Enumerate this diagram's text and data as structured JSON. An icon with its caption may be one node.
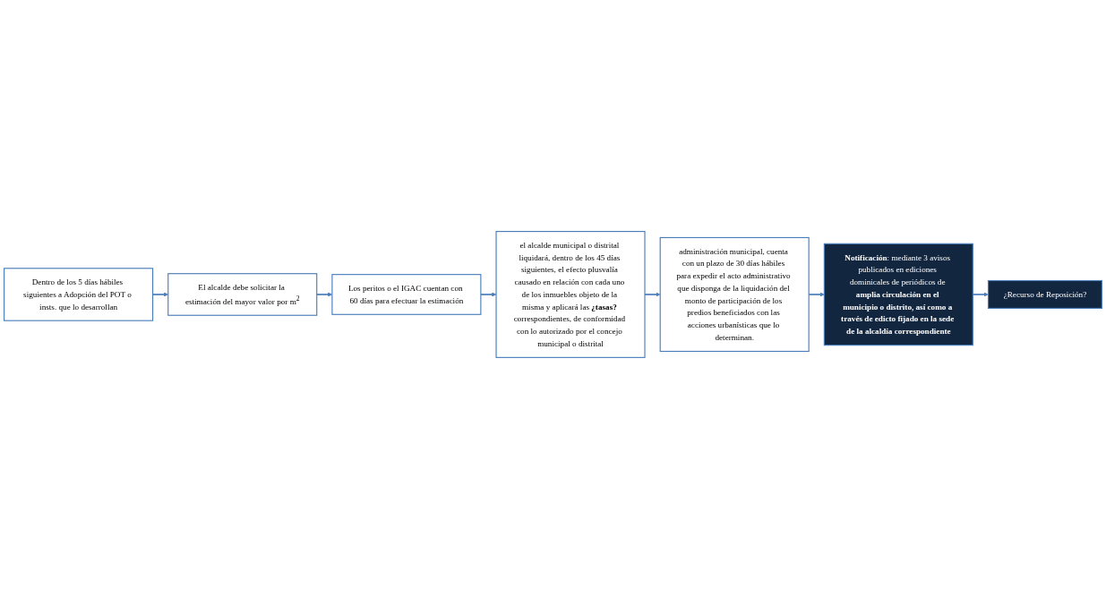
{
  "diagram": {
    "nodes": [
      {
        "text": [
          "Dentro de los 5 días hábiles siguientes a Adopción del POT o insts. que lo desarrollan"
        ]
      },
      {
        "text": [
          "El alcalde debe solicitar la estimación del mayor valor por m$^{2}$"
        ]
      },
      {
        "text": [
          "Los peritos o el IGAC cuentan con 60 días para efectuar la estimación"
        ]
      },
      {
        "text": [
          "el alcalde municipal o distrital liquidará, dentro de los 45 días siguientes, el efecto plusvalía causado en relación con cada uno de los inmuebles objeto de la misma y aplicará las **¿tasas?** correspondientes, de conformidad con lo autorizado por el concejo municipal o distrital"
        ]
      },
      {
        "text": [
          "administración municipal, cuenta con un plazo de 30 días hábiles para expedir el acto administrativo que disponga de la liquidación del monto de participación de los predios beneficiados con las acciones urbanísticas que lo determinan."
        ]
      },
      {
        "text": [
          "**Notificación**: mediante 3 avisos publicados en ediciones dominicales de periódicos de **amplia circulación en el municipio o distrito, así como a través de edicto fijado en la sede de la alcaldía correspondiente**"
        ]
      },
      {
        "text": [
          "¿Recurso de Reposición?"
        ]
      }
    ],
    "edges": [
      {
        "from": 0,
        "to": 1,
        "arrow": "to"
      },
      {
        "from": 1,
        "to": 2,
        "arrow": "to"
      },
      {
        "from": 2,
        "to": 3,
        "arrow": "to"
      },
      {
        "from": 3,
        "to": 4,
        "arrow": "to"
      },
      {
        "from": 4,
        "to": 5,
        "arrow": "to"
      },
      {
        "from": 5,
        "to": 6,
        "arrow": "to"
      }
    ]
  }
}
